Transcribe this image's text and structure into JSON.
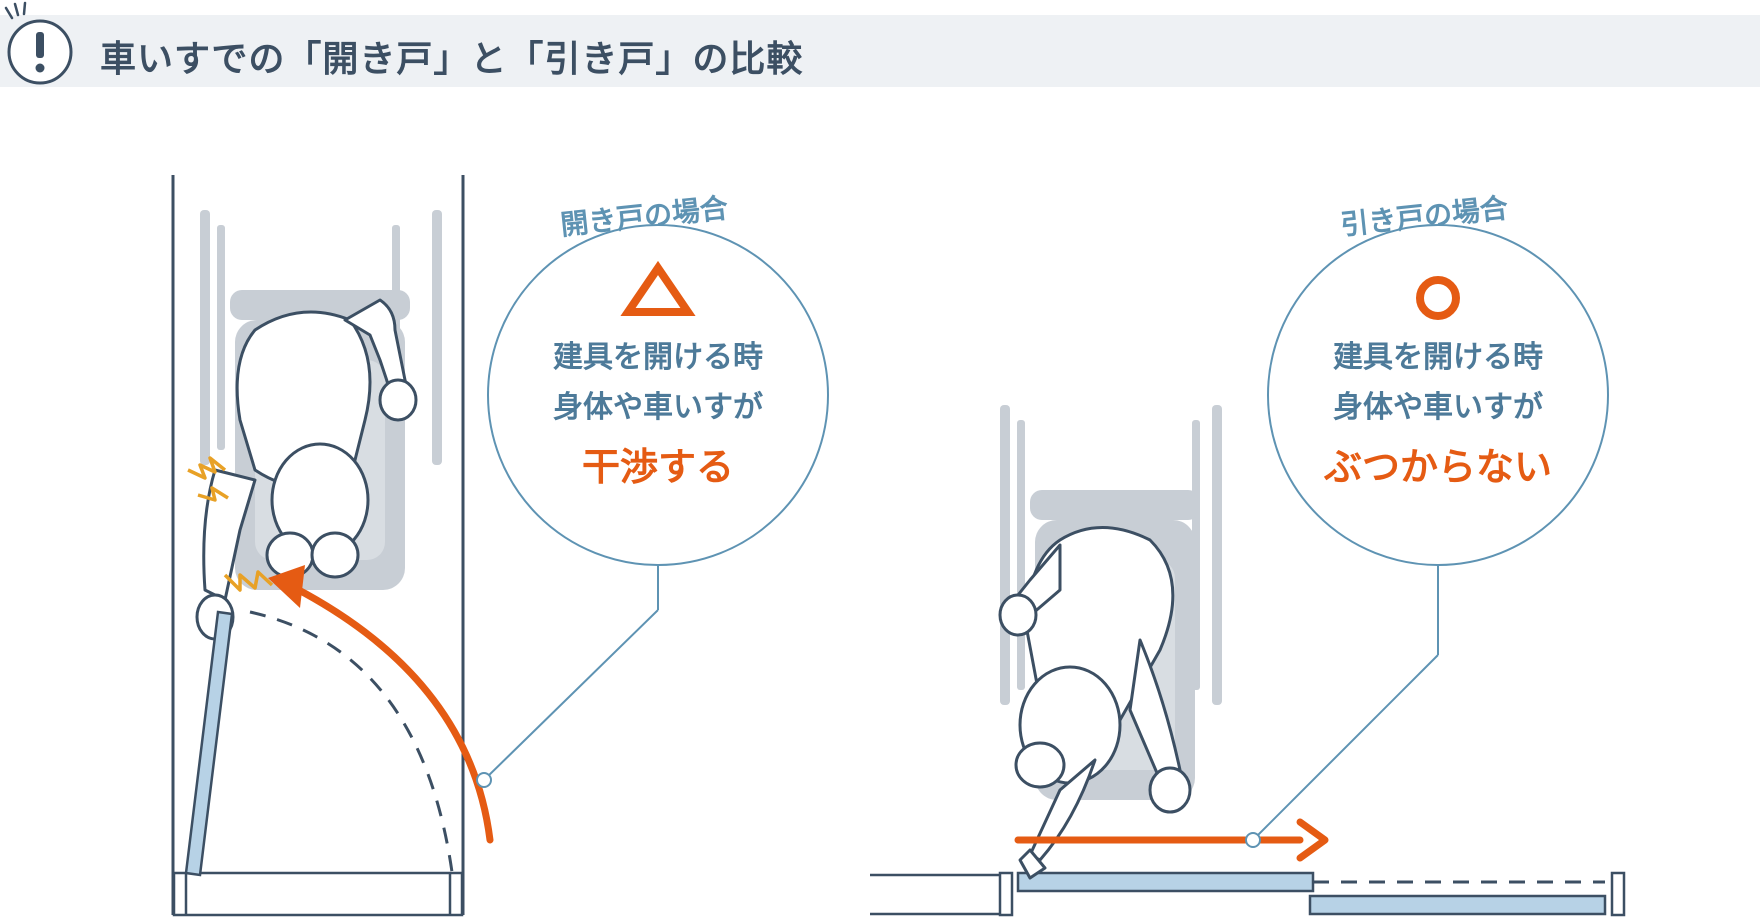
{
  "header": {
    "title": "車いすでの「開き戸」と「引き戸」の比較"
  },
  "left_panel": {
    "title": "開き戸の場合",
    "line1": "建具を開ける時",
    "line2": "身体や車いすが",
    "result": "干渉する",
    "symbol": "triangle"
  },
  "right_panel": {
    "title": "引き戸の場合",
    "line1": "建具を開ける時",
    "line2": "身体や車いすが",
    "result": "ぶつからない",
    "symbol": "circle"
  },
  "colors": {
    "accent": "#e55b13",
    "line": "#3c4f63",
    "bubble": "#5e93b3",
    "wheelchair": "#c8ced5",
    "door": "#b7d2e6",
    "impact": "#e8a126",
    "header_bg": "#eef1f4"
  }
}
